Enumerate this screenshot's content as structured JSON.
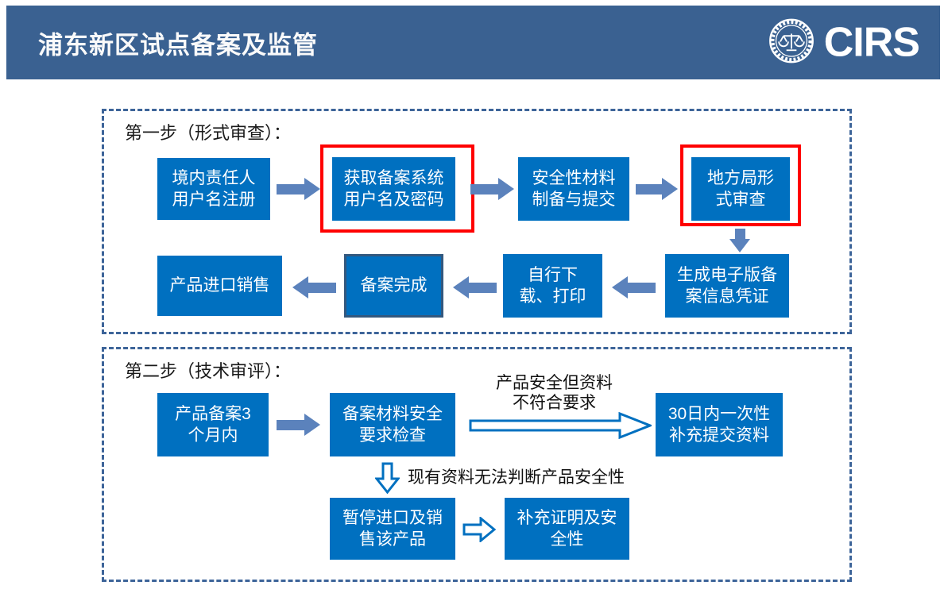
{
  "header": {
    "title": "浦东新区试点备案及监管",
    "brand": "CIRS",
    "bg_color": "#3A6191",
    "logo_icon": "scale-seal-icon"
  },
  "colors": {
    "node_fill": "#0070C0",
    "node_text": "#FFFFFF",
    "solid_arrow": "#5B82BC",
    "hollow_arrow_stroke": "#0070C0",
    "panel_dashed_border": "#3D6499",
    "highlight_border": "#FF0000",
    "done_node_border": "#33587E"
  },
  "step1": {
    "label": "第一步（形式审查）：",
    "nodes": {
      "register": "境内责任人\n用户名注册",
      "credentials": "获取备案系统\n用户名及密码",
      "materials": "安全性材料\n制备与提交",
      "local_review": "地方局形\n式审查",
      "evoucher": "生成电子版备\n案信息凭证",
      "download": "自行下\n载、打印",
      "complete": "备案完成",
      "import_sale": "产品进口销售"
    }
  },
  "step2": {
    "label": "第二步（技术审评）：",
    "nodes": {
      "within3m": "产品备案3\n个月内",
      "safety_check": "备案材料安全\n要求检查",
      "supplement30": "30日内一次性\n补充提交资料",
      "suspend": "暂停进口及销\n售该产品",
      "prove_safety": "补充证明及安\n全性"
    },
    "annotations": {
      "not_conform": "产品安全但资料\n不符合要求",
      "cannot_judge": "现有资料无法判断产品安全性"
    }
  }
}
